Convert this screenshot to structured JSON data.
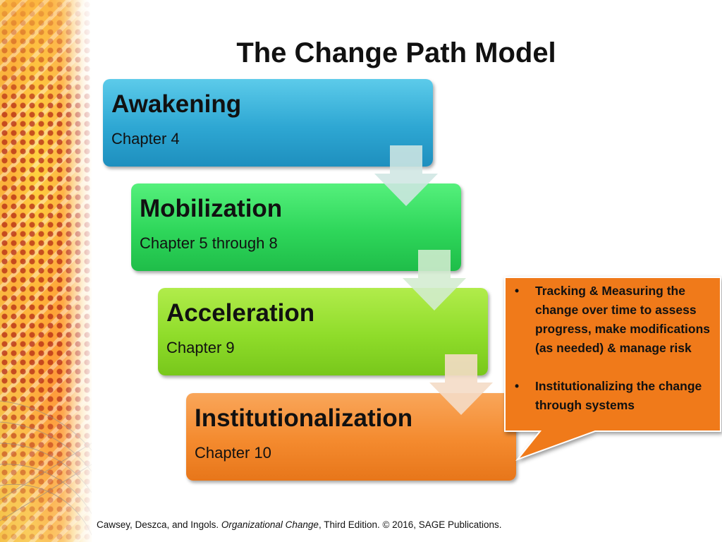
{
  "title": "The Change Path Model",
  "steps": [
    {
      "name": "Awakening",
      "chapter": "Chapter 4",
      "color": "#2ea7d3"
    },
    {
      "name": "Mobilization",
      "chapter": "Chapter 5 through 8",
      "color": "#2ed65a"
    },
    {
      "name": "Acceleration",
      "chapter": "Chapter 9",
      "color": "#8fdc2a"
    },
    {
      "name": "Institutionalization",
      "chapter": "Chapter 10",
      "color": "#f48a2e"
    }
  ],
  "callout": {
    "color": "#f07a1a",
    "bullets": [
      "Tracking & Measuring the change over time to assess progress, make modifications (as needed) & manage risk",
      "Institutionalizing the change through systems"
    ]
  },
  "footer": {
    "authors": "Cawsey, Deszca, and Ingols. ",
    "book": "Organizational Change",
    "rest": ", Third Edition. © 2016, SAGE Publications."
  }
}
